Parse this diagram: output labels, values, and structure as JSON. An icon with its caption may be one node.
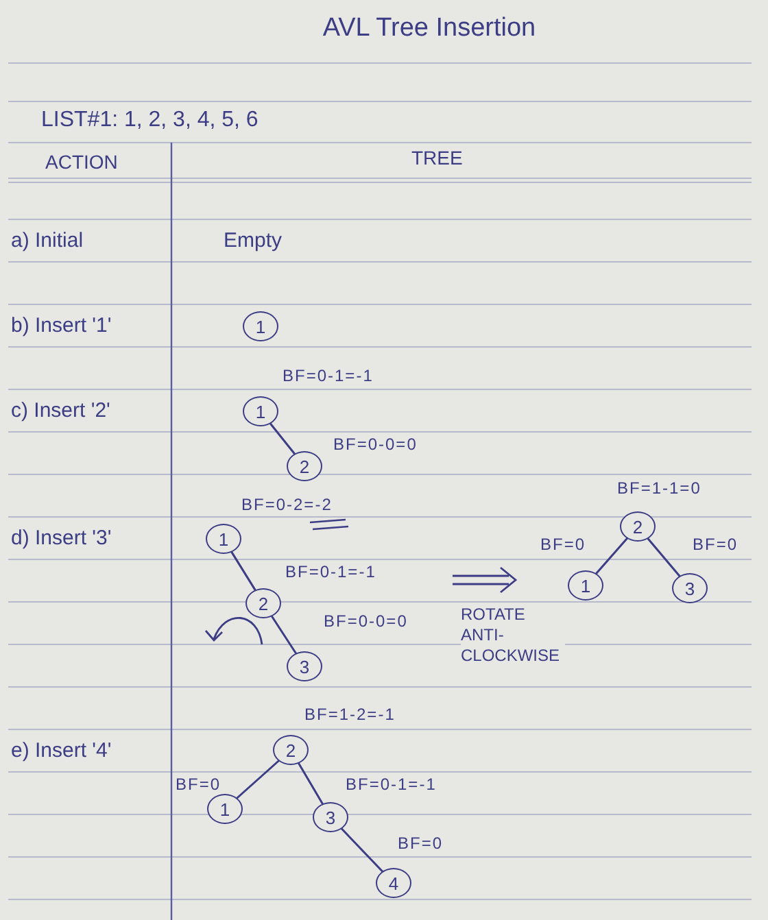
{
  "diagram": {
    "title": "AVL Tree Insertion",
    "nodes": [
      {
        "text": [
          "1"
        ]
      },
      {
        "text": [
          "1"
        ],
        "beside": [
          "BF=0-1=-1"
        ]
      },
      {
        "text": [
          "2"
        ],
        "beside": [
          "BF=0-0=0"
        ]
      },
      {
        "text": [
          "1"
        ],
        "beside": [
          "BF=0-2=-2"
        ]
      },
      {
        "text": [
          "2"
        ],
        "beside": [
          "BF=0-1=-1"
        ]
      },
      {
        "text": [
          "3"
        ],
        "beside": [
          "BF=0-0=0"
        ]
      },
      {
        "text": [
          "2"
        ],
        "beside": [
          "BF=1-1=0"
        ]
      },
      {
        "text": [
          "1"
        ],
        "beside": [
          "BF=0"
        ]
      },
      {
        "text": [
          "3"
        ],
        "beside": [
          "BF=0"
        ]
      },
      {
        "text": [
          "2"
        ],
        "beside": [
          "BF=1-2=-1"
        ]
      },
      {
        "text": [
          "1"
        ],
        "beside": [
          "BF=0"
        ]
      },
      {
        "text": [
          "3"
        ],
        "beside": [
          "BF=0-1=-1"
        ]
      },
      {
        "text": [
          "4"
        ],
        "beside": [
          "BF=0"
        ]
      }
    ],
    "edges": [
      {
        "from": 1,
        "to": 2,
        "arrow": "none"
      },
      {
        "from": 3,
        "to": 4,
        "arrow": "none"
      },
      {
        "from": 4,
        "to": 5,
        "arrow": "none"
      },
      {
        "from": 6,
        "to": 7,
        "arrow": "none"
      },
      {
        "from": 6,
        "to": 8,
        "arrow": "none"
      },
      {
        "from": 9,
        "to": 10,
        "arrow": "none"
      },
      {
        "from": 9,
        "to": 11,
        "arrow": "none"
      },
      {
        "from": 11,
        "to": 12,
        "arrow": "none"
      }
    ],
    "labels": [
      "LIST#1: 1, 2, 3, 4, 5, 6",
      "ACTION",
      "TREE",
      "a) Initial",
      "Empty",
      "b) Insert '1'",
      "c) Insert '2'",
      "d) Insert '3'",
      "ROTATE ANTI-CLOCKWISE",
      "e) Insert '4'"
    ]
  }
}
